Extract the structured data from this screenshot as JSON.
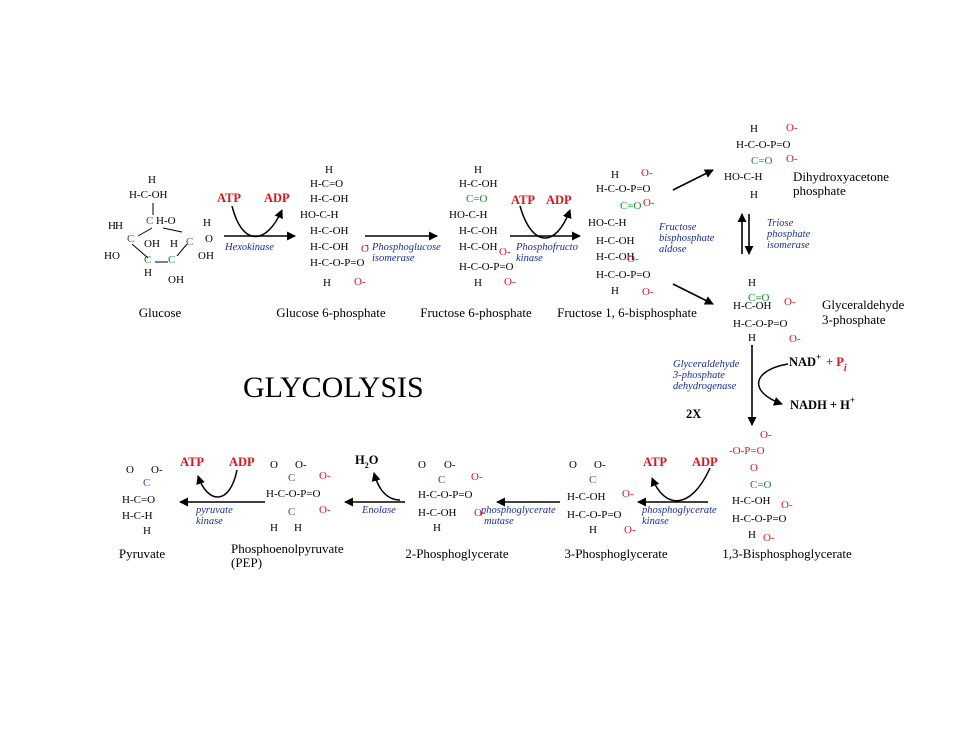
{
  "title": "GLYCOLYSIS",
  "colors": {
    "carbon": "#2347c4",
    "carbonyl": "#118a25",
    "phosphate": "#e0121b",
    "enzyme": "#1a2c9e",
    "cofactor": "#e0121b"
  },
  "molecules": {
    "glucose": "Glucose",
    "g6p": "Glucose 6-phosphate",
    "f6p": "Fructose 6-phosphate",
    "f16bp": "Fructose 1, 6-bisphosphate",
    "dhap_1": "Dihydroxyacetone",
    "dhap_2": "phosphate",
    "g3p_1": "Glyceraldehyde",
    "g3p_2": "3-phosphate",
    "bpg13": "1,3-Bisphosphoglycerate",
    "pg3": "3-Phosphoglycerate",
    "pg2": "2-Phosphoglycerate",
    "pep_1": "Phosphoenolpyruvate",
    "pep_2": "(PEP)",
    "pyruvate": "Pyruvate"
  },
  "enzymes": {
    "hexokinase": "Hexokinase",
    "pgi_1": "Phosphoglucose",
    "pgi_2": "isomerase",
    "pfk_1": "Phosphofructo",
    "pfk_2": "kinase",
    "ald_1": "Fructose",
    "ald_2": "bisphosphate",
    "ald_3": "aldose",
    "tpi_1": "Triose",
    "tpi_2": "phosphate",
    "tpi_3": "isomerase",
    "gapdh_1": "Glyceraldehyde",
    "gapdh_2": "3-phosphate",
    "gapdh_3": "dehydrogenase",
    "pgk_1": "phosphoglycerate",
    "pgk_2": "kinase",
    "pgm_1": "phosphoglycerate",
    "pgm_2": "mutase",
    "enolase": "Enolase",
    "pk_1": "pyruvate",
    "pk_2": "kinase"
  },
  "cofactors": {
    "atp": "ATP",
    "adp": "ADP",
    "nad": "NAD",
    "nad_sup": "+",
    "plus_pi": "+ P",
    "pi_sub": "i",
    "nadh": "NADH + H",
    "nadh_sup": "+",
    "h2o_h": "H",
    "h2o_sub": "2",
    "h2o_o": "O",
    "twox": "2X"
  },
  "structures": {
    "glucose": [
      {
        "t": "H",
        "c": "k"
      },
      {
        "t": "H-C-OH",
        "c": "k"
      },
      {
        "t": "H",
        "c": "k"
      },
      {
        "t": "C",
        "c": "c"
      },
      {
        "t": "H-O",
        "c": "k"
      },
      {
        "t": "H",
        "c": "k"
      },
      {
        "t": "H",
        "c": "k"
      },
      {
        "t": "C",
        "c": "c"
      },
      {
        "t": "OH",
        "c": "k"
      },
      {
        "t": "H",
        "c": "k"
      },
      {
        "t": "C",
        "c": "g"
      },
      {
        "t": "O",
        "c": "k"
      },
      {
        "t": "HO",
        "c": "k"
      },
      {
        "t": "C",
        "c": "g"
      },
      {
        "t": "C",
        "c": "g"
      },
      {
        "t": "OH",
        "c": "k"
      },
      {
        "t": "H",
        "c": "k"
      },
      {
        "t": "OH",
        "c": "k"
      }
    ],
    "g6p": [
      {
        "t": "H",
        "c": "k"
      },
      {
        "t": "H-C=O",
        "c": "k"
      },
      {
        "t": "H-C-OH",
        "c": "k"
      },
      {
        "t": "HO-C-H",
        "c": "k"
      },
      {
        "t": "H-C-OH",
        "c": "k"
      },
      {
        "t": "H-C-OH",
        "c": "k"
      },
      {
        "t": "O",
        "c": "r"
      },
      {
        "t": "-",
        "c": "r"
      },
      {
        "t": "H-C-O-P=O",
        "c": "k"
      },
      {
        "t": "H",
        "c": "k"
      },
      {
        "t": "O-",
        "c": "r"
      }
    ],
    "f6p": [
      {
        "t": "H",
        "c": "k"
      },
      {
        "t": "H-C-OH",
        "c": "k"
      },
      {
        "t": "C=O",
        "c": "g"
      },
      {
        "t": "HO-C-H",
        "c": "k"
      },
      {
        "t": "H-C-OH",
        "c": "k"
      },
      {
        "t": "H-C-OH",
        "c": "k"
      },
      {
        "t": "O-",
        "c": "r"
      },
      {
        "t": "H-C-O-P=O",
        "c": "k"
      },
      {
        "t": "H",
        "c": "k"
      },
      {
        "t": "O-",
        "c": "r"
      }
    ],
    "f16bp": [
      {
        "t": "H",
        "c": "k"
      },
      {
        "t": "O-",
        "c": "r"
      },
      {
        "t": "H-C-O-P=O",
        "c": "k"
      },
      {
        "t": "C=O",
        "c": "g"
      },
      {
        "t": "O-",
        "c": "r"
      },
      {
        "t": "HO-C-H",
        "c": "k"
      },
      {
        "t": "H-C-OH",
        "c": "k"
      },
      {
        "t": "H-C-OH",
        "c": "k"
      },
      {
        "t": "O-",
        "c": "r"
      },
      {
        "t": "H-C-O-P=O",
        "c": "k"
      },
      {
        "t": "H",
        "c": "k"
      },
      {
        "t": "O-",
        "c": "r"
      }
    ],
    "dhap": [
      {
        "t": "H",
        "c": "k"
      },
      {
        "t": "O-",
        "c": "r"
      },
      {
        "t": "H-C-O-P=O",
        "c": "k"
      },
      {
        "t": "C=O",
        "c": "g"
      },
      {
        "t": "O-",
        "c": "r"
      },
      {
        "t": "HO-C-H",
        "c": "k"
      },
      {
        "t": "H",
        "c": "k"
      }
    ],
    "g3p": [
      {
        "t": "H",
        "c": "k"
      },
      {
        "t": "C=O",
        "c": "g"
      },
      {
        "t": "H-C-OH",
        "c": "k"
      },
      {
        "t": "O-",
        "c": "r"
      },
      {
        "t": "H-C-O-P=O",
        "c": "k"
      },
      {
        "t": "H",
        "c": "k"
      },
      {
        "t": "O-",
        "c": "r"
      }
    ],
    "bpg13": [
      {
        "t": "O-",
        "c": "r"
      },
      {
        "t": "-O-P=O",
        "c": "r"
      },
      {
        "t": "O",
        "c": "r"
      },
      {
        "t": "C=O",
        "c": "g"
      },
      {
        "t": "H-C-OH",
        "c": "k"
      },
      {
        "t": "O-",
        "c": "r"
      },
      {
        "t": "H-C-O-P=O",
        "c": "k"
      },
      {
        "t": "H",
        "c": "k"
      },
      {
        "t": "O-",
        "c": "r"
      }
    ],
    "pg3": [
      {
        "t": "O",
        "c": "k"
      },
      {
        "t": "O-",
        "c": "k"
      },
      {
        "t": "C",
        "c": "c"
      },
      {
        "t": "H-C-OH",
        "c": "k"
      },
      {
        "t": "O-",
        "c": "r"
      },
      {
        "t": "H-C-O-P=O",
        "c": "k"
      },
      {
        "t": "H",
        "c": "k"
      },
      {
        "t": "O-",
        "c": "r"
      }
    ],
    "pg2": [
      {
        "t": "O",
        "c": "k"
      },
      {
        "t": "O-",
        "c": "k"
      },
      {
        "t": "C",
        "c": "c"
      },
      {
        "t": "O-",
        "c": "r"
      },
      {
        "t": "H-C-O-P=O",
        "c": "k"
      },
      {
        "t": "H-C-OH",
        "c": "k"
      },
      {
        "t": "O-",
        "c": "r"
      },
      {
        "t": "H",
        "c": "k"
      }
    ],
    "pep": [
      {
        "t": "O",
        "c": "k"
      },
      {
        "t": "O-",
        "c": "k"
      },
      {
        "t": "C",
        "c": "c"
      },
      {
        "t": "O-",
        "c": "r"
      },
      {
        "t": "H-C-O-P=O",
        "c": "k"
      },
      {
        "t": "O-",
        "c": "r"
      },
      {
        "t": "C",
        "c": "c"
      },
      {
        "t": "H",
        "c": "k"
      },
      {
        "t": "H",
        "c": "k"
      }
    ],
    "pyruvate": [
      {
        "t": "O",
        "c": "k"
      },
      {
        "t": "O-",
        "c": "k"
      },
      {
        "t": "C",
        "c": "c"
      },
      {
        "t": "H-C=O",
        "c": "k"
      },
      {
        "t": "H-C-H",
        "c": "k"
      },
      {
        "t": "H",
        "c": "k"
      }
    ]
  }
}
